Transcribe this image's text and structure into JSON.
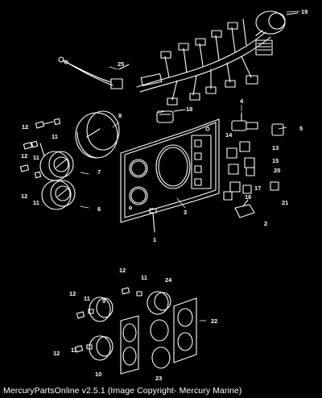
{
  "caption": "MercuryPartsOnline v2.5.1 (Image Copyright- Mercury Marine)",
  "callouts": [
    "1",
    "2",
    "3",
    "4",
    "5",
    "6",
    "7",
    "8",
    "9",
    "10",
    "11",
    "12",
    "13",
    "14",
    "15",
    "16",
    "17",
    "18",
    "19",
    "20",
    "21",
    "22",
    "23",
    "24",
    "25"
  ],
  "colors": {
    "background": "#000000",
    "line": "#ffffff"
  }
}
